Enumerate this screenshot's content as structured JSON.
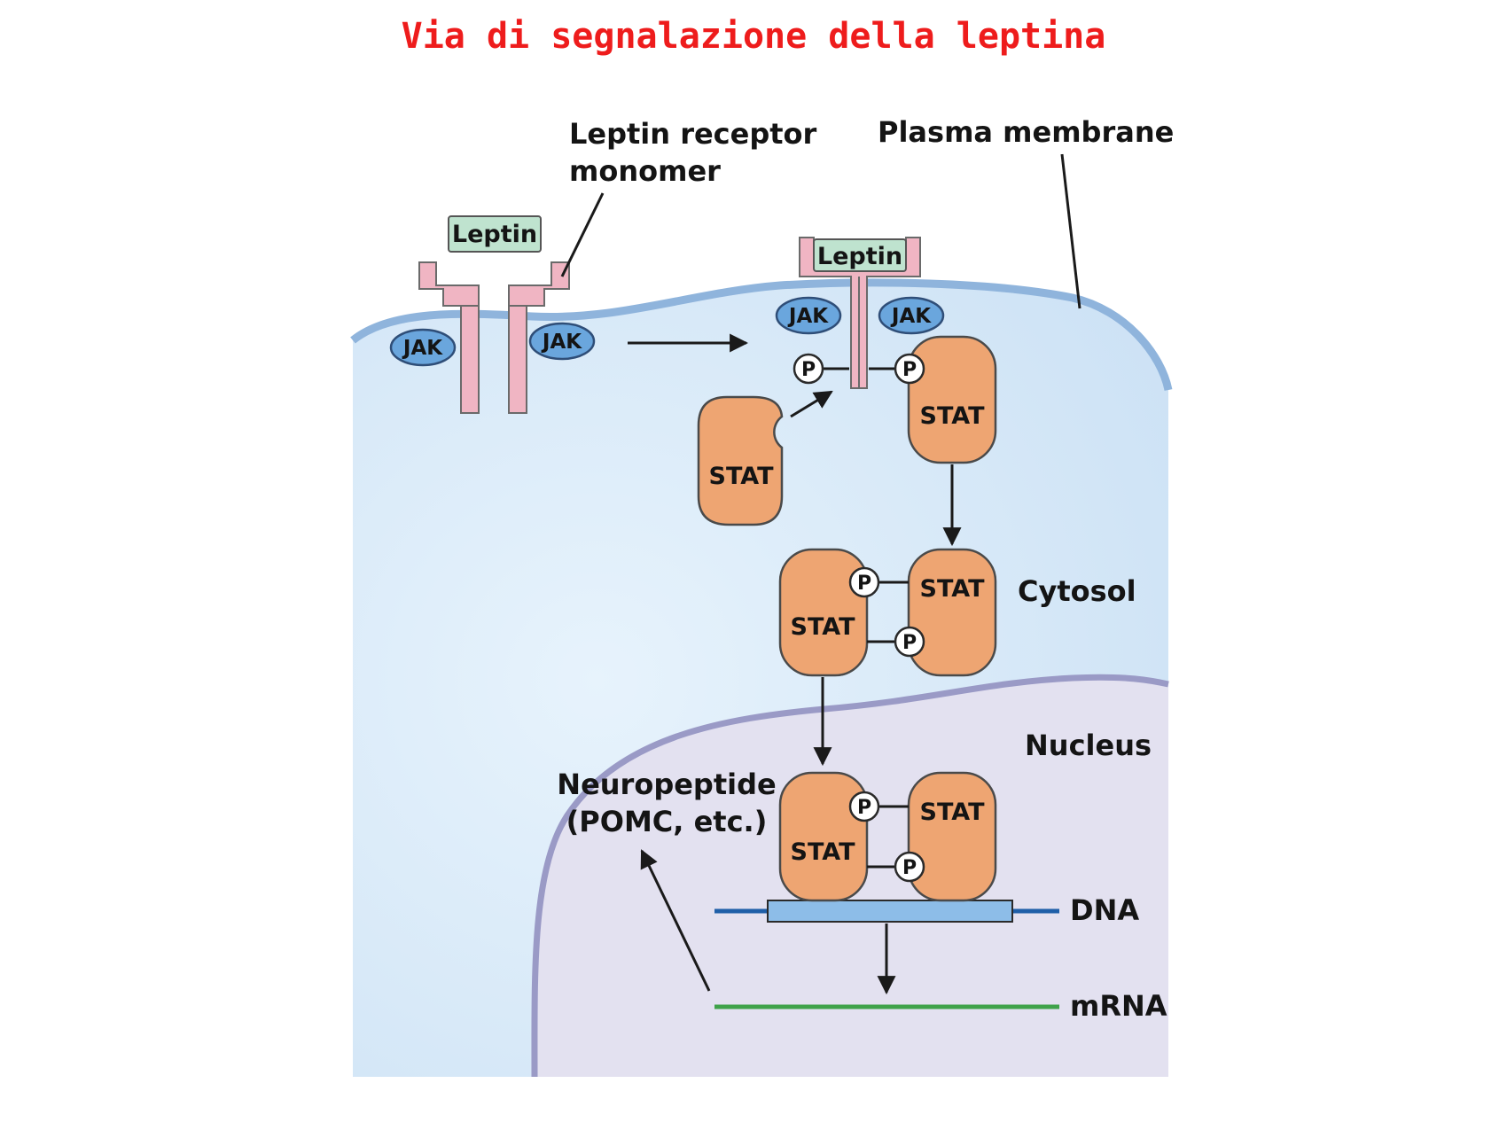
{
  "title": "Via di segnalazione della leptina",
  "labels": {
    "receptor_line1": "Leptin receptor",
    "receptor_line2": "monomer",
    "plasma_membrane": "Plasma membrane",
    "cytosol": "Cytosol",
    "nucleus": "Nucleus",
    "neuropeptide_line1": "Neuropeptide",
    "neuropeptide_line2": "(POMC, etc.)",
    "dna": "DNA",
    "mrna": "mRNA"
  },
  "molecules": {
    "leptin": "Leptin",
    "jak": "JAK",
    "stat": "STAT",
    "phosphate": "P"
  },
  "colors": {
    "title": "#ee1c1c",
    "cytosol": "#d3e7f8",
    "membrane": "#8fb4dc",
    "nucleus": "#e3e1f0",
    "nuclear_envelope": "#9a9ac6",
    "stat": "#eea572",
    "receptor": "#f0b5c3",
    "leptin": "#bfe3cf",
    "jak": "#6aa6dd",
    "dna": "#1f5fa8",
    "dna_box": "#8dbde8",
    "mrna": "#3fa24a"
  }
}
